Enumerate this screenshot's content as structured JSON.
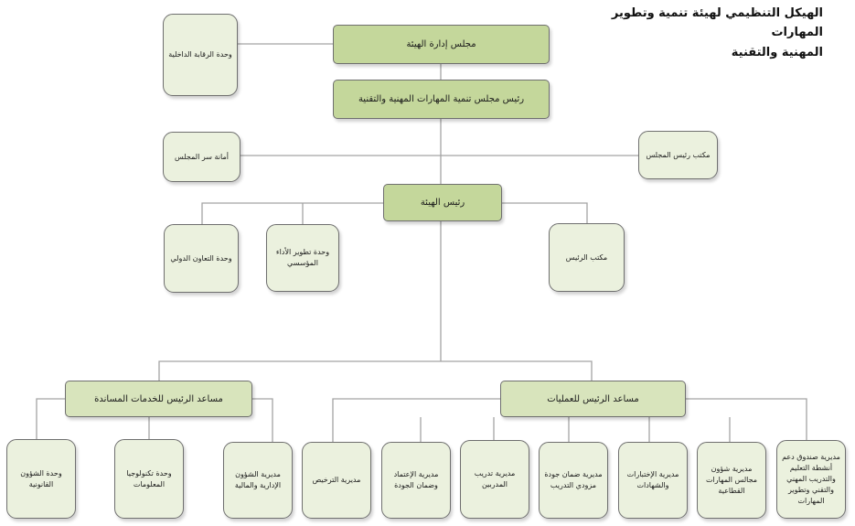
{
  "title": {
    "line1": "الهيكل التنظيمي لهيئة تنمية وتطوير المهارات",
    "line2": "المهنية والتقنية"
  },
  "nodes": {
    "board": "مجلس إدارة الهيئة",
    "board_chair": "رئيس مجلس تنمية المهارات المهنية والتقنية",
    "audit": "وحدة الرقابة الداخلية",
    "secretariat": "أمانة سر المجلس",
    "chair_office": "مكتب رئيس المجلس",
    "president": "رئيس الهيئة",
    "intl_coop": "وحدة التعاون الدولي",
    "inst_perf": "وحدة تطوير الأداء المؤسسي",
    "pres_office": "مكتب الرئيس",
    "support_asst": "مساعد الرئيس للخدمات المساندة",
    "ops_asst": "مساعد الرئيس للعمليات",
    "legal": "وحدة الشؤون القانونية",
    "it": "وحدة تكنولوجيا المعلومات",
    "admin_fin": "مديرية الشؤون الإدارية والمالية",
    "licensing": "مديرية الترخيص",
    "accreditation": "مديرية الإعتماد وضمان الجودة",
    "trainers": "مديرية تدريب المدربين",
    "qa_providers": "مديرية ضمان جودة مزودي التدريب",
    "exams": "مديرية الإختبارات والشهادات",
    "councils": "مديرية شؤون مجالس المهارات القطاعية",
    "fund": "مديرية صندوق دعم أنشطة التعليم والتدريب المهني والتقني وتطوير المهارات"
  }
}
